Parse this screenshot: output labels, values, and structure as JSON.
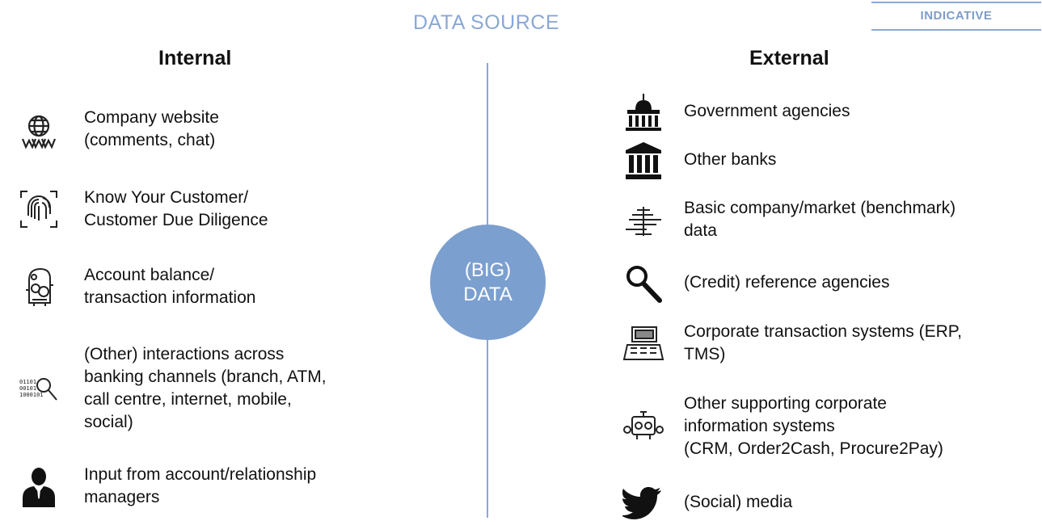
{
  "header": {
    "title": "DATA SOURCE",
    "badge": "INDICATIVE"
  },
  "internal": {
    "heading": "Internal",
    "items": [
      {
        "icon": "globe-www-icon",
        "lines": [
          "Company website",
          "(comments, chat)"
        ]
      },
      {
        "icon": "fingerprint-scan-icon",
        "lines": [
          "Know Your Customer/",
          "Customer Due Diligence"
        ]
      },
      {
        "icon": "bank-teller-icon",
        "lines": [
          "Account balance/",
          "transaction information"
        ]
      },
      {
        "icon": "binary-search-icon",
        "lines": [
          "(Other) interactions across",
          "banking channels (branch, ATM,",
          "call centre, internet, mobile,",
          "social)"
        ]
      },
      {
        "icon": "businessman-icon",
        "lines": [
          "Input from account/relationship",
          "managers"
        ]
      }
    ]
  },
  "center": {
    "line1": "(BIG)",
    "line2": "DATA"
  },
  "external": {
    "heading": "External",
    "items": [
      {
        "icon": "capitol-building-icon",
        "lines": [
          "Government agencies"
        ]
      },
      {
        "icon": "bank-building-icon",
        "lines": [
          "Other banks"
        ]
      },
      {
        "icon": "bar-chart-icon",
        "lines": [
          "Basic company/market (benchmark)",
          "data"
        ]
      },
      {
        "icon": "magnifier-icon",
        "lines": [
          "(Credit) reference agencies"
        ]
      },
      {
        "icon": "cash-register-icon",
        "lines": [
          "Corporate transaction systems (ERP,",
          "TMS)"
        ]
      },
      {
        "icon": "machinery-icon",
        "lines": [
          "Other supporting corporate",
          "information systems",
          "(CRM, Order2Cash, Procure2Pay)"
        ]
      },
      {
        "icon": "twitter-bird-icon",
        "lines": [
          "(Social) media"
        ]
      }
    ]
  }
}
